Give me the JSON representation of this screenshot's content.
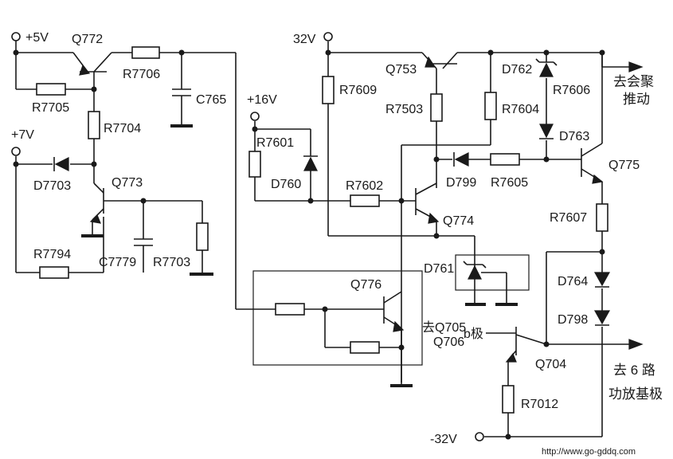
{
  "supplies": {
    "p5v": "+5V",
    "p7v": "+7V",
    "p16v": "+16V",
    "p32v": "32V",
    "n32v": "-32V"
  },
  "transistors": {
    "q772": "Q772",
    "q773": "Q773",
    "q753": "Q753",
    "q774": "Q774",
    "q775": "Q775",
    "q776": "Q776",
    "q704": "Q704"
  },
  "resistors": {
    "r7706": "R7706",
    "r7705": "R7705",
    "r7704": "R7704",
    "r7794": "R7794",
    "r7703": "R7703",
    "r7601": "R7601",
    "r7602": "R7602",
    "r7609": "R7609",
    "r7503": "R7503",
    "r7604": "R7604",
    "r7605": "R7605",
    "r7606": "R7606",
    "r7607": "R7607",
    "r7012": "R7012"
  },
  "capacitors": {
    "c765": "C765",
    "c7779": "C7779"
  },
  "diodes": {
    "d7703": "D7703",
    "d760": "D760",
    "d799": "D799",
    "d761": "D761",
    "d762": "D762",
    "d763": "D763",
    "d764": "D764",
    "d798": "D798"
  },
  "annotations": {
    "to_convergence_1": "去会聚",
    "to_convergence_2": "推动",
    "to_q705_1": "去Q705",
    "to_q705_2": "Q706",
    "to_q705_3": "b极",
    "to_amp_1": "去 6 路",
    "to_amp_2": "功放基极"
  },
  "watermark": "http://www.go-gddq.com"
}
